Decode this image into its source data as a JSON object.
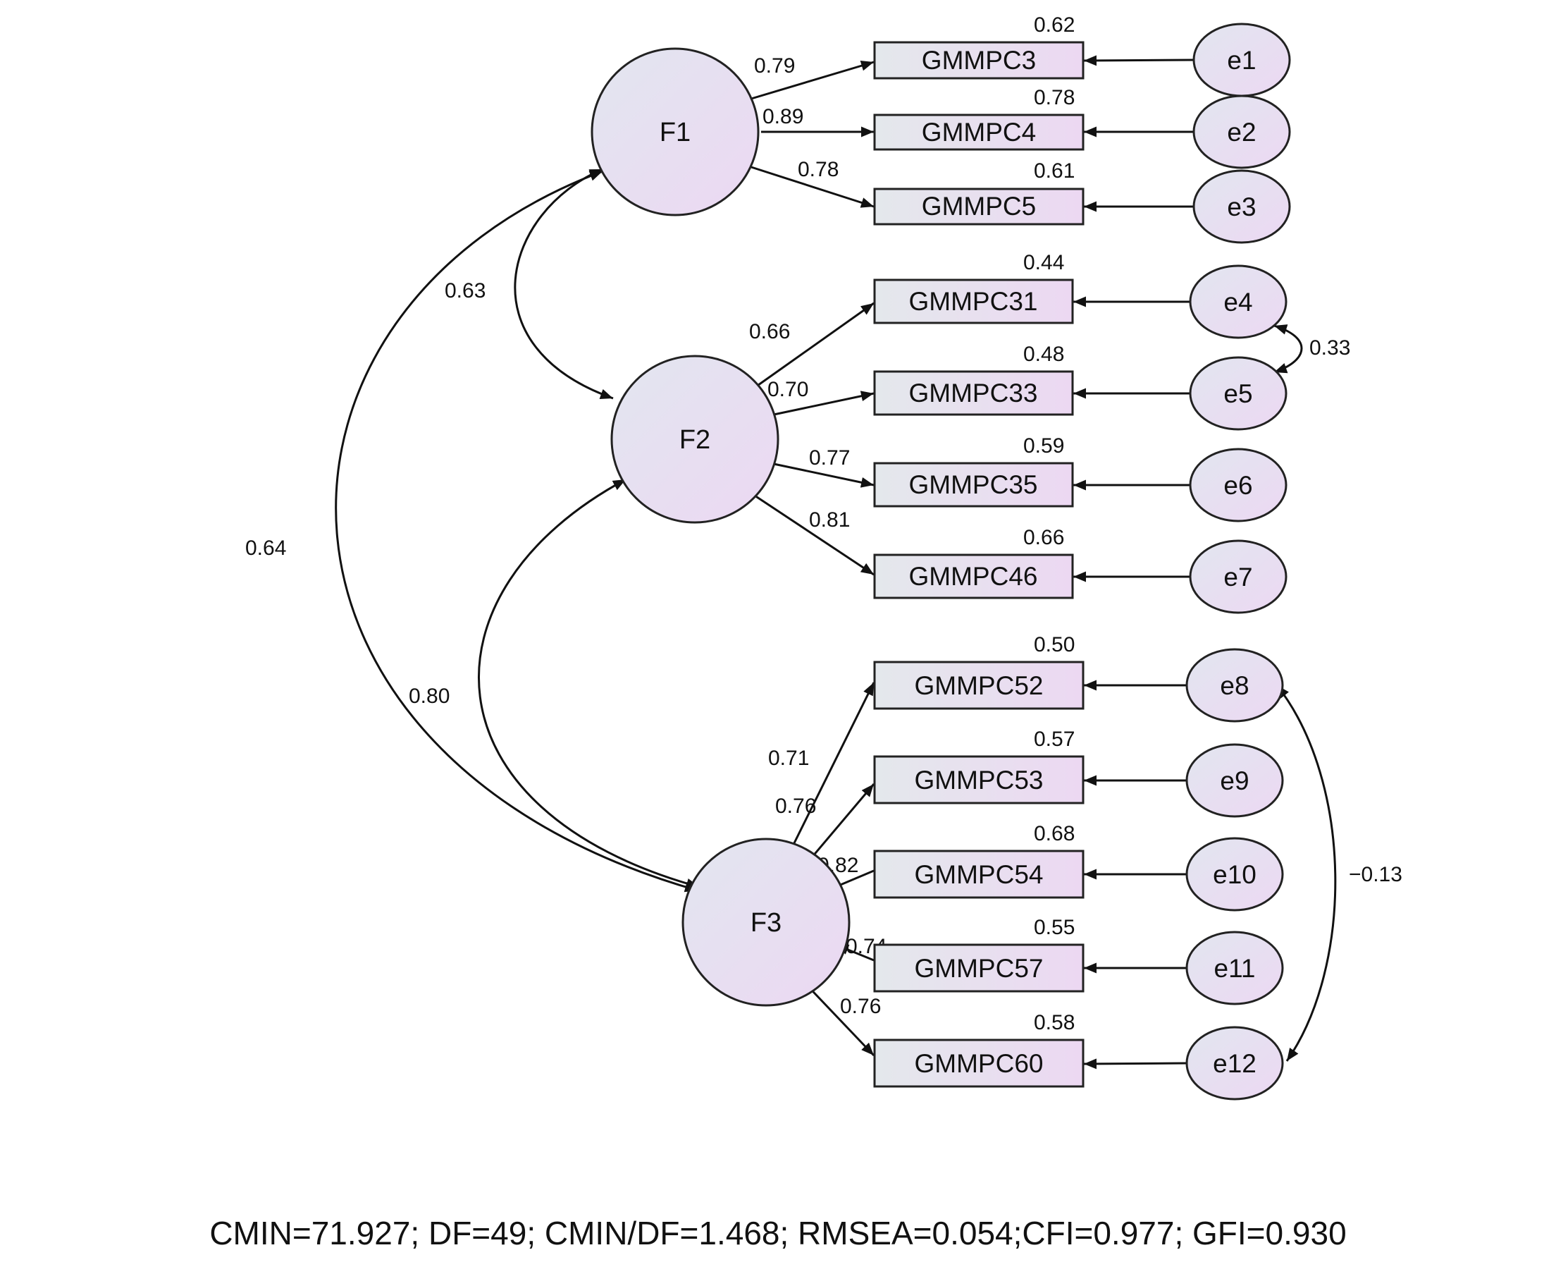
{
  "latents": [
    {
      "id": "F1",
      "label": "F1"
    },
    {
      "id": "F2",
      "label": "F2"
    },
    {
      "id": "F3",
      "label": "F3"
    }
  ],
  "indicators": [
    {
      "id": "GMMPC3",
      "label": "GMMPC3",
      "factor": "F1",
      "loading": "0.79",
      "r2": "0.62",
      "error": "e1"
    },
    {
      "id": "GMMPC4",
      "label": "GMMPC4",
      "factor": "F1",
      "loading": "0.89",
      "r2": "0.78",
      "error": "e2"
    },
    {
      "id": "GMMPC5",
      "label": "GMMPC5",
      "factor": "F1",
      "loading": "0.78",
      "r2": "0.61",
      "error": "e3"
    },
    {
      "id": "GMMPC31",
      "label": "GMMPC31",
      "factor": "F2",
      "loading": "0.66",
      "r2": "0.44",
      "error": "e4"
    },
    {
      "id": "GMMPC33",
      "label": "GMMPC33",
      "factor": "F2",
      "loading": "0.70",
      "r2": "0.48",
      "error": "e5"
    },
    {
      "id": "GMMPC35",
      "label": "GMMPC35",
      "factor": "F2",
      "loading": "0.77",
      "r2": "0.59",
      "error": "e6"
    },
    {
      "id": "GMMPC46",
      "label": "GMMPC46",
      "factor": "F2",
      "loading": "0.81",
      "r2": "0.66",
      "error": "e7"
    },
    {
      "id": "GMMPC52",
      "label": "GMMPC52",
      "factor": "F3",
      "loading": "0.71",
      "r2": "0.50",
      "error": "e8"
    },
    {
      "id": "GMMPC53",
      "label": "GMMPC53",
      "factor": "F3",
      "loading": "0.76",
      "r2": "0.57",
      "error": "e9"
    },
    {
      "id": "GMMPC54",
      "label": "GMMPC54",
      "factor": "F3",
      "loading": "0.82",
      "r2": "0.68",
      "error": "e10"
    },
    {
      "id": "GMMPC57",
      "label": "GMMPC57",
      "factor": "F3",
      "loading": "0.74",
      "r2": "0.55",
      "error": "e11"
    },
    {
      "id": "GMMPC60",
      "label": "GMMPC60",
      "factor": "F3",
      "loading": "0.76",
      "r2": "0.58",
      "error": "e12"
    }
  ],
  "factor_correlations": [
    {
      "from": "F1",
      "to": "F2",
      "value": "0.63"
    },
    {
      "from": "F1",
      "to": "F3",
      "value": "0.64"
    },
    {
      "from": "F2",
      "to": "F3",
      "value": "0.80"
    }
  ],
  "error_covariances": [
    {
      "from": "e4",
      "to": "e5",
      "value": "0.33"
    },
    {
      "from": "e8",
      "to": "e12",
      "value": "−0.13"
    }
  ],
  "fit_summary": "CMIN=71.927; DF=49; CMIN/DF=1.468; RMSEA=0.054;CFI=0.977; GFI=0.930",
  "colors": {
    "latent_gradient": [
      "#e2e6f0",
      "#ecd8f2"
    ],
    "indicator_gradient": [
      "#e4e8ec",
      "#ecd8f2"
    ],
    "stroke": "#222222"
  }
}
